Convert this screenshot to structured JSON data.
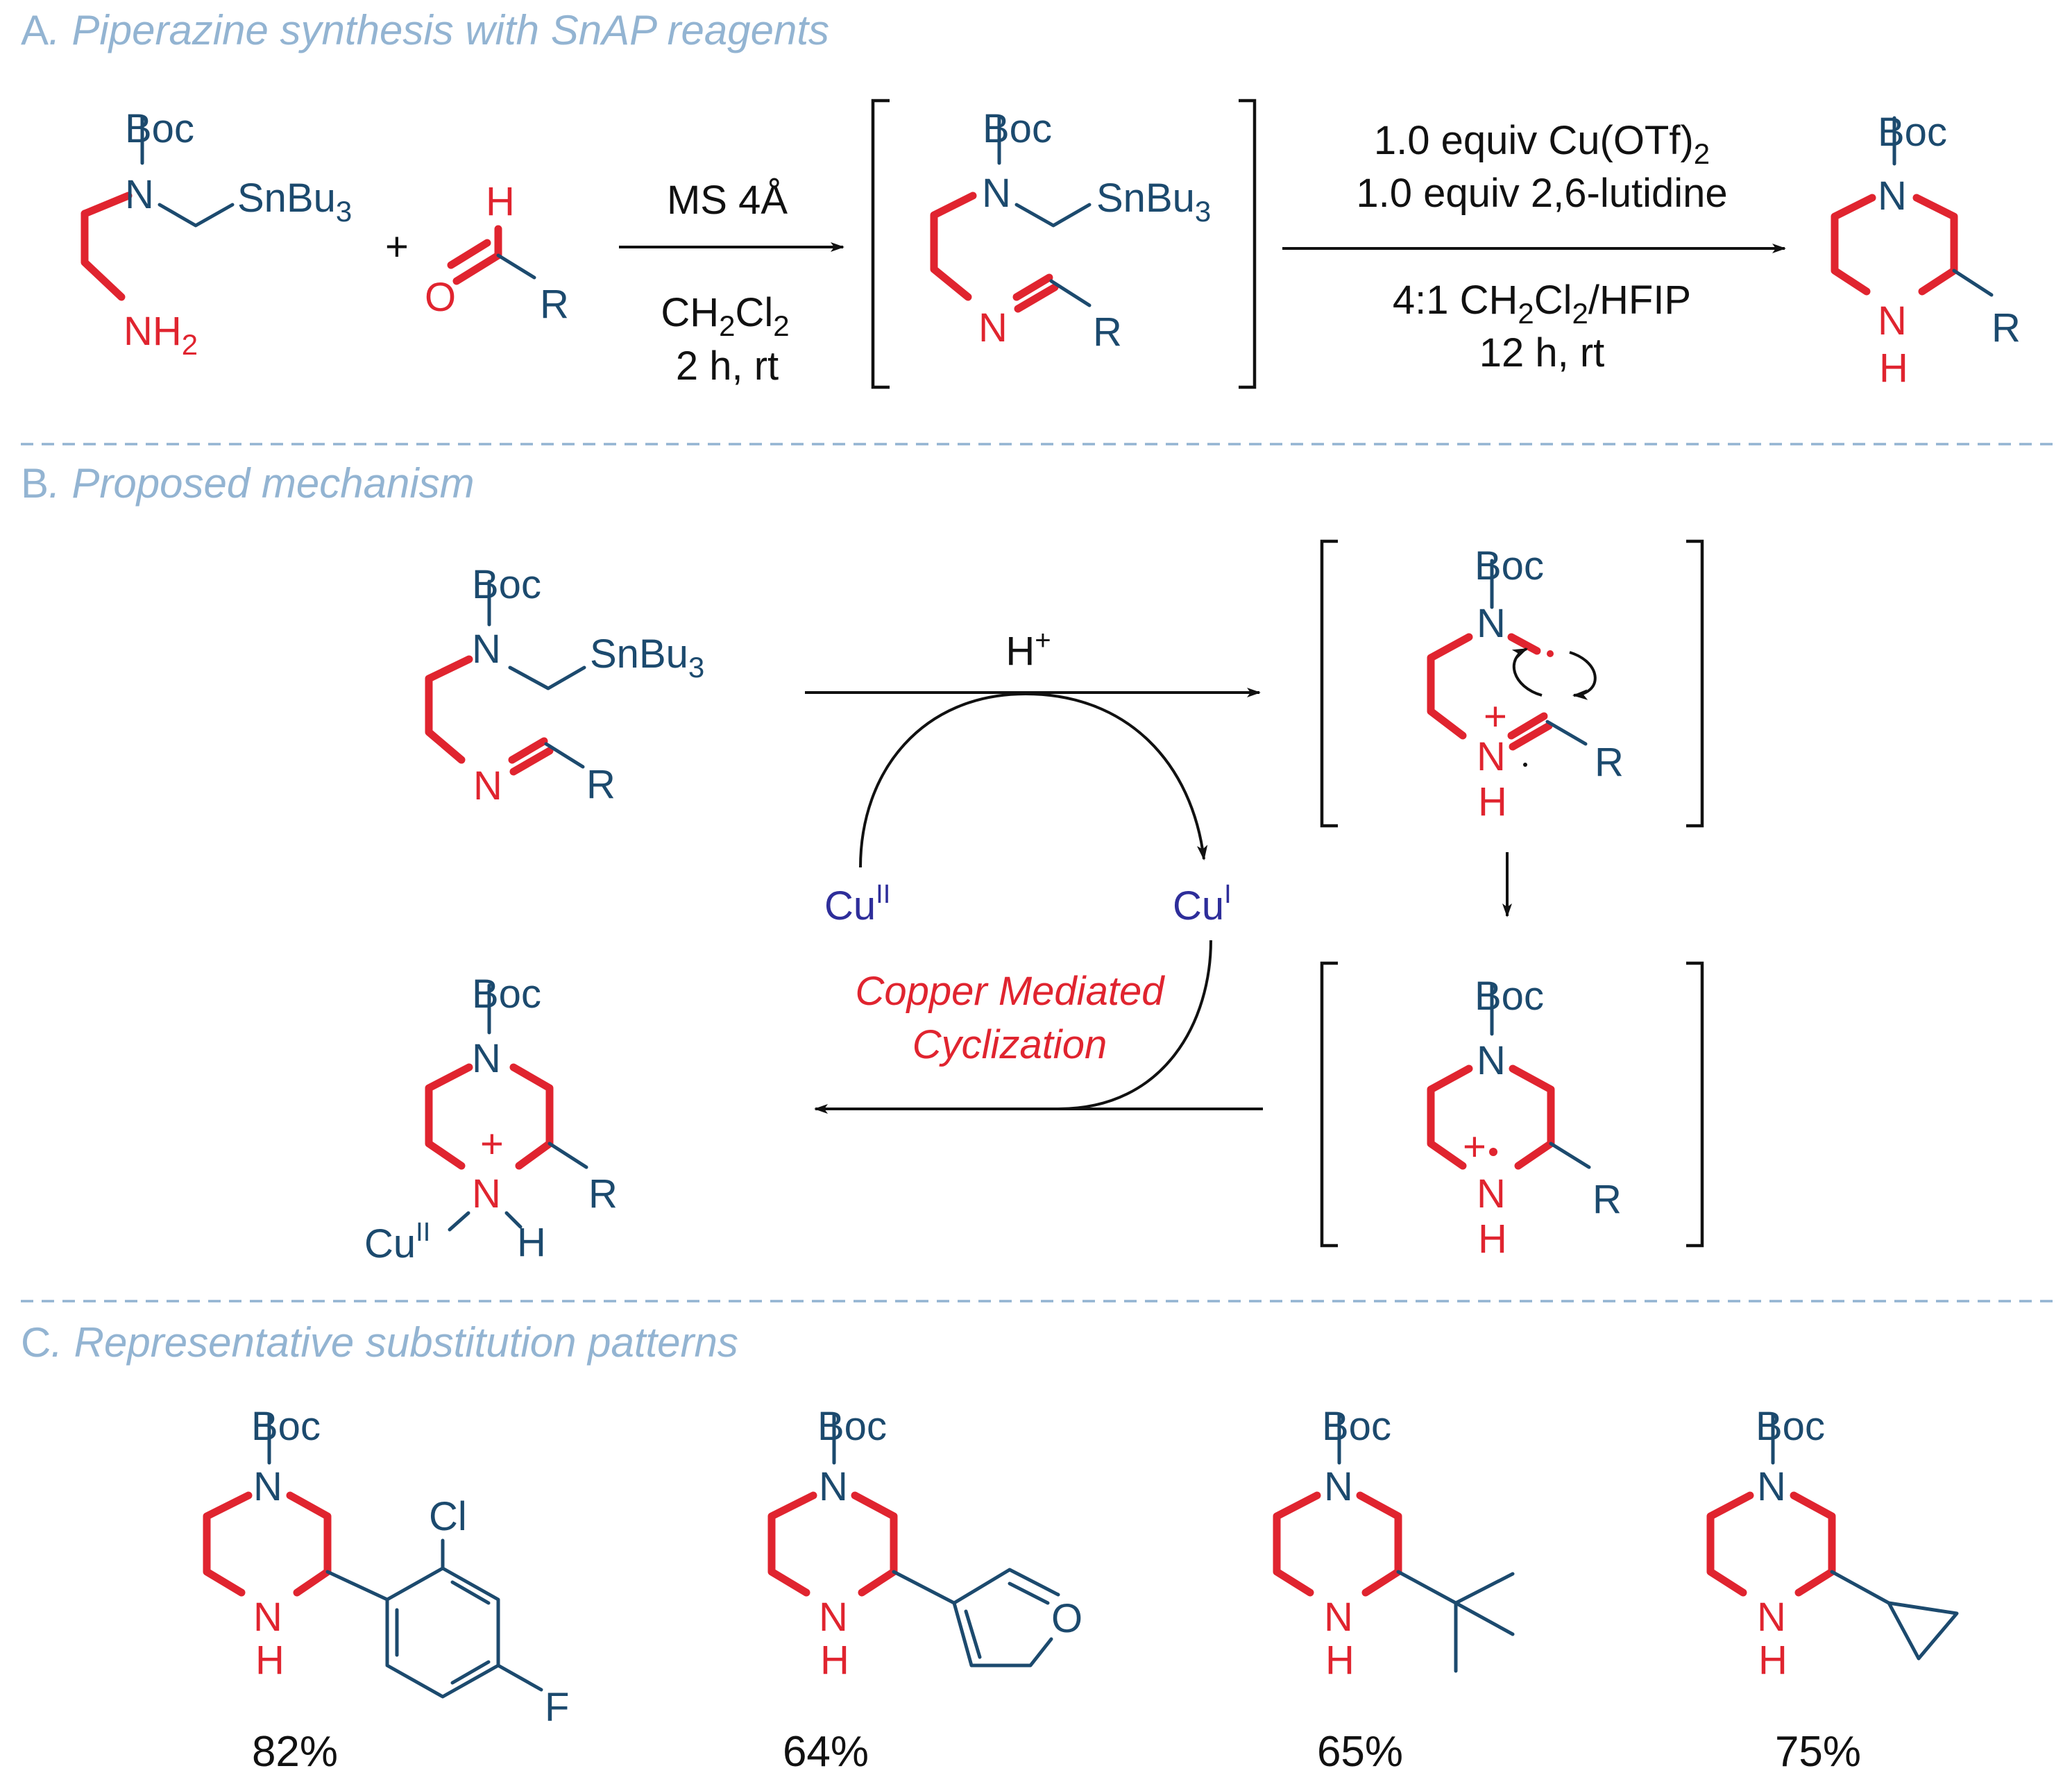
{
  "sections": {
    "a": {
      "letter": "A",
      "title": ". Piperazine synthesis with SnAP reagents"
    },
    "b": {
      "letter": "B",
      "title": ". Proposed mechanism"
    },
    "c": {
      "letter": "C",
      "title": ". Representative substitution patterns"
    }
  },
  "atoms": {
    "boc": "Boc",
    "n": "N",
    "h": "H",
    "o": "O",
    "r": "R",
    "plus": "+",
    "cl": "Cl",
    "f": "F",
    "nh_n": "NH",
    "nh_sub": "2",
    "sn": "SnBu",
    "sn_sub": "3",
    "radical_dot": "•",
    "cu_ii_base": "Cu",
    "cu_ii_sup": "II",
    "cu_i_base": "Cu",
    "cu_i_sup": "I"
  },
  "conditions": {
    "step1_top": "MS 4Å",
    "step1_solvent_a": "CH",
    "step1_solvent_sub1": "2",
    "step1_solvent_b": "Cl",
    "step1_solvent_sub2": "2",
    "step1_time": "2 h, rt",
    "step2_line1": "1.0 equiv Cu(OTf)",
    "step2_line1_sub": "2",
    "step2_line2": "1.0 equiv 2,6-lutidine",
    "step2_solvent_a": "4:1 CH",
    "step2_solvent_sub1": "2",
    "step2_solvent_b": "Cl",
    "step2_solvent_sub2": "2",
    "step2_solvent_c": "/HFIP",
    "step2_time": "12 h, rt",
    "acid_base": "H",
    "acid_sup": "+"
  },
  "mechanism": {
    "cycle_label_line1": "Copper Mediated",
    "cycle_label_line2": "Cyclization"
  },
  "examples": [
    {
      "substituent": "2-chloro-4-fluorophenyl",
      "yield": "82%"
    },
    {
      "substituent": "3-furyl",
      "yield": "64%"
    },
    {
      "substituent": "tert-butyl",
      "yield": "65%"
    },
    {
      "substituent": "cyclopropyl",
      "yield": "75%"
    }
  ],
  "colors": {
    "header": "#93b4d2",
    "bond_red": "#e0242f",
    "atom_blue": "#1c4a6e",
    "copper": "#2e2e9a",
    "divider": "#93b4d2"
  }
}
